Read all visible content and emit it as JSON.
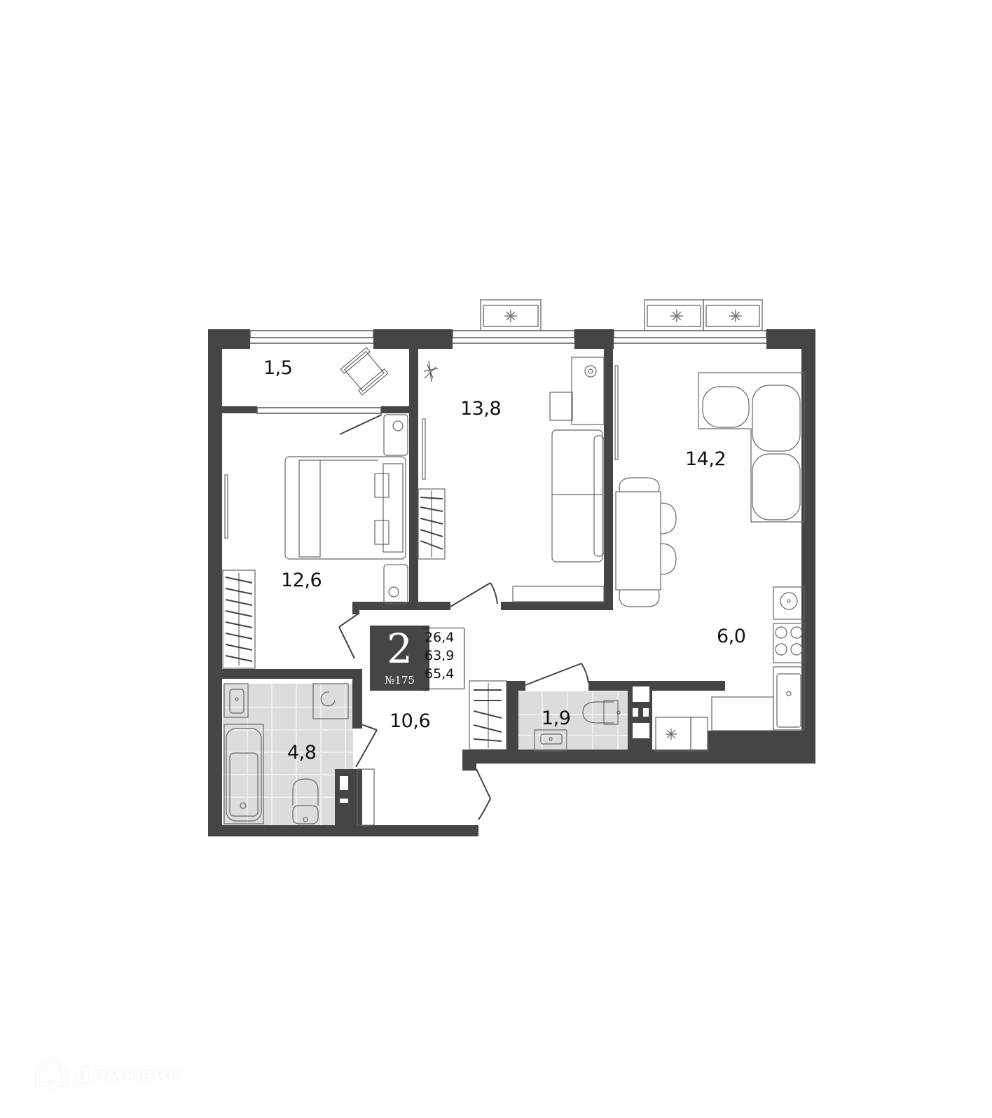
{
  "plan": {
    "rooms_count": "2",
    "apartment_number": "№175",
    "areas_summary": {
      "living_area": "26,4",
      "total_area": "63,9",
      "total_area_with_balcony": "65,4"
    },
    "rooms": [
      {
        "id": "balcony",
        "area": "1,5"
      },
      {
        "id": "bedroom",
        "area": "12,6"
      },
      {
        "id": "room",
        "area": "13,8"
      },
      {
        "id": "living",
        "area": "14,2"
      },
      {
        "id": "kitchen",
        "area": "6,0"
      },
      {
        "id": "hallway",
        "area": "10,6"
      },
      {
        "id": "bathroom",
        "area": "4,8"
      },
      {
        "id": "wc",
        "area": "1,9"
      }
    ],
    "colors": {
      "wall": "#454545",
      "tile": "#dcdcdc",
      "line": "#555555"
    }
  },
  "watermark": {
    "text": "Домклик"
  }
}
